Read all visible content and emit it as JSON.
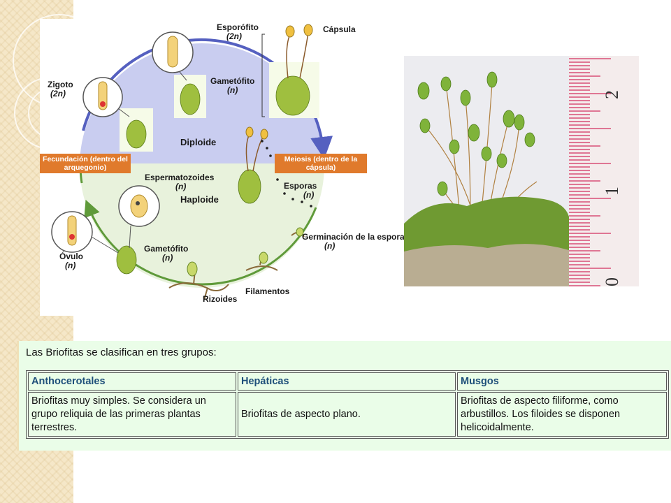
{
  "diagram": {
    "labels": {
      "esporofito": "Esporófito",
      "esporofito_ploidy": "(2n)",
      "capsula": "Cápsula",
      "zigoto": "Zigoto",
      "zigoto_ploidy": "(2n)",
      "gametofito_top": "Gametófito",
      "gametofito_top_ploidy": "(n)",
      "diploide": "Diploide",
      "haploide": "Haploide",
      "fecundacion": "Fecundación (dentro del arquegonio)",
      "meiosis": "Meiosis (dentro de la cápsula)",
      "espermatozoides": "Espermatozoides",
      "espermatozoides_ploidy": "(n)",
      "esporas": "Esporas",
      "esporas_ploidy": "(n)",
      "germinacion": "Germinación de la espora",
      "germinacion_ploidy": "(n)",
      "ovulo": "Óvulo",
      "ovulo_ploidy": "(n)",
      "gametofito_bottom": "Gametófito",
      "gametofito_bottom_ploidy": "(n)",
      "rizoides": "Rizoides",
      "filamentos": "Filamentos"
    },
    "colors": {
      "diploid_fill": "#c9cdf0",
      "haploid_fill": "#e8f2dc",
      "arrow_blue": "#5560c0",
      "arrow_green": "#5f9a3a",
      "orange": "#e07a2c"
    }
  },
  "photo": {
    "ruler_numbers": [
      "2",
      "1",
      "0"
    ]
  },
  "table": {
    "intro": "Las Briofitas se clasifican en tres grupos:",
    "headers": [
      "Anthocerotales",
      "Hepáticas",
      "Musgos"
    ],
    "cells": [
      "Briofitas muy simples. Se considera un grupo reliquia de las primeras plantas terrestres.",
      "Briofitas de aspecto plano.",
      "Briofitas de aspecto filiforme, como arbustillos. Los filoides se disponen helicoidalmente."
    ]
  }
}
